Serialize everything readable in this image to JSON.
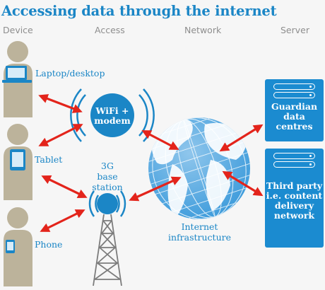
{
  "title": "Accessing data through the internet",
  "columns": {
    "device": "Device",
    "access": "Access",
    "network": "Network",
    "server": "Server"
  },
  "devices": {
    "laptop": "Laptop/desktop",
    "tablet": "Tablet",
    "phone": "Phone"
  },
  "access": {
    "wifi_line1": "WiFi +",
    "wifi_line2": "modem",
    "base_line1": "3G",
    "base_line2": "base",
    "base_line3": "station"
  },
  "network": {
    "line1": "Internet",
    "line2": "infrastructure"
  },
  "servers": {
    "guardian": "Guardian\ndata\ncentres",
    "third_party": "Third party\ni.e. content\ndelivery\nnetwork"
  },
  "colors": {
    "blue": "#1b86c6",
    "server_blue": "#1b8bd0",
    "arrow_red": "#e3241b",
    "person": "#bcb39b",
    "grey_text": "#8e8e8e"
  }
}
